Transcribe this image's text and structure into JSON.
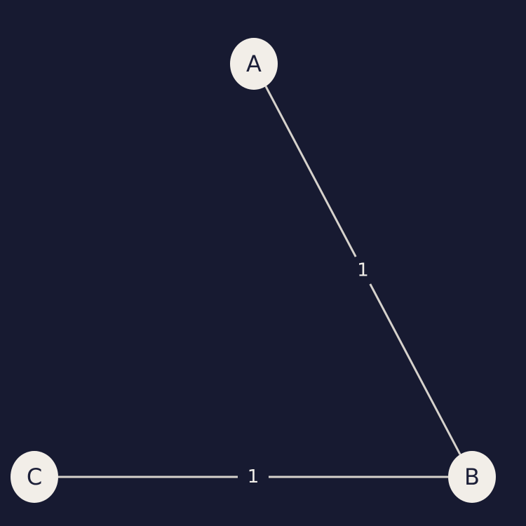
{
  "colors": {
    "background": "#171a31",
    "node_fill": "#f2eee8",
    "node_text": "#1c1f38",
    "edge": "#d6d2cc",
    "edge_label": "#f2efe9"
  },
  "graph": {
    "nodes": [
      {
        "id": "A",
        "label": "A"
      },
      {
        "id": "B",
        "label": "B"
      },
      {
        "id": "C",
        "label": "C"
      }
    ],
    "edges": [
      {
        "from": "A",
        "to": "B",
        "weight": "1"
      },
      {
        "from": "C",
        "to": "B",
        "weight": "1"
      }
    ]
  }
}
